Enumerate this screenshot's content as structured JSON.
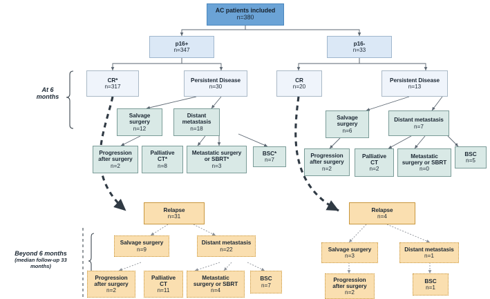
{
  "diagram": {
    "title": "AC patients CONSORT-style flow diagram",
    "colors": {
      "root_fill": "#6ba3d6",
      "blue_fill": "#dbe8f6",
      "pale_blue_fill": "#eff4fb",
      "teal_fill": "#d9e9e6",
      "orange_fill": "#fadfb0",
      "text": "#1b2733",
      "edge": "#5a6570"
    }
  },
  "stage_labels": {
    "at_6_months": {
      "line1": "At 6",
      "line2": "months"
    },
    "beyond_6_months": {
      "line1": "Beyond 6 months",
      "line2": "(median follow-up 33",
      "line3": "months)"
    }
  },
  "nodes": {
    "root": {
      "label": "AC patients included",
      "count": "n=380"
    },
    "p16pos": {
      "label": "p16+",
      "count": "n=347"
    },
    "p16neg": {
      "label": "p16-",
      "count": "n=33"
    },
    "l_cr": {
      "label": "CR*",
      "count": "n=317"
    },
    "l_persistent": {
      "label": "Persistent Disease",
      "count": "n=30"
    },
    "l_salvage": {
      "label_line1": "Salvage",
      "label_line2": "surgery",
      "count": "n=12"
    },
    "l_distant": {
      "label_line1": "Distant",
      "label_line2": "metastasis",
      "count": "n=18"
    },
    "l_progression": {
      "label_line1": "Progression",
      "label_line2": "after surgery",
      "count": "n=2"
    },
    "l_palliative": {
      "label_line1": "Palliative",
      "label_line2": "CT*",
      "count": "n=8"
    },
    "l_metsurg": {
      "label_line1": "Metastatic surgery",
      "label_line2": "or SBRT*",
      "count": "n=3"
    },
    "l_bsc": {
      "label": "BSC*",
      "count": "n=7"
    },
    "r_cr": {
      "label": "CR",
      "count": "n=20"
    },
    "r_persistent": {
      "label": "Persistent Disease",
      "count": "n=13"
    },
    "r_salvage": {
      "label_line1": "Salvage",
      "label_line2": "surgery",
      "count": "n=6"
    },
    "r_distant": {
      "label": "Distant metastasis",
      "count": "n=7"
    },
    "r_progression": {
      "label_line1": "Progression",
      "label_line2": "after surgery",
      "count": "n=2"
    },
    "r_palliative": {
      "label_line1": "Palliative",
      "label_line2": "CT",
      "count": "n=2"
    },
    "r_metsurg": {
      "label_line1": "Metastatic",
      "label_line2": "surgery or SBRT",
      "count": "n=0"
    },
    "r_bsc": {
      "label": "BSC",
      "count": "n=5"
    },
    "l_relapse": {
      "label": "Relapse",
      "count": "n=31"
    },
    "l_b_salvage": {
      "label": "Salvage surgery",
      "count": "n=9"
    },
    "l_b_distant": {
      "label": "Distant metastasis",
      "count": "n=22"
    },
    "l_b_progression": {
      "label_line1": "Progression",
      "label_line2": "after surgery",
      "count": "n=2"
    },
    "l_b_palliative": {
      "label_line1": "Palliative",
      "label_line2": "CT",
      "count": "n=11"
    },
    "l_b_metsurg": {
      "label_line1": "Metastatic",
      "label_line2": "surgery or SBRT",
      "count": "n=4"
    },
    "l_b_bsc": {
      "label": "BSC",
      "count": "n=7"
    },
    "r_relapse": {
      "label": "Relapse",
      "count": "n=4"
    },
    "r_b_salvage": {
      "label": "Salvage surgery",
      "count": "n=3"
    },
    "r_b_distant": {
      "label": "Distant metastasis",
      "count": "n=1"
    },
    "r_b_progression": {
      "label_line1": "Progression",
      "label_line2": "after surgery",
      "count": "n=2"
    },
    "r_b_bsc": {
      "label": "BSC",
      "count": "n=1"
    }
  }
}
